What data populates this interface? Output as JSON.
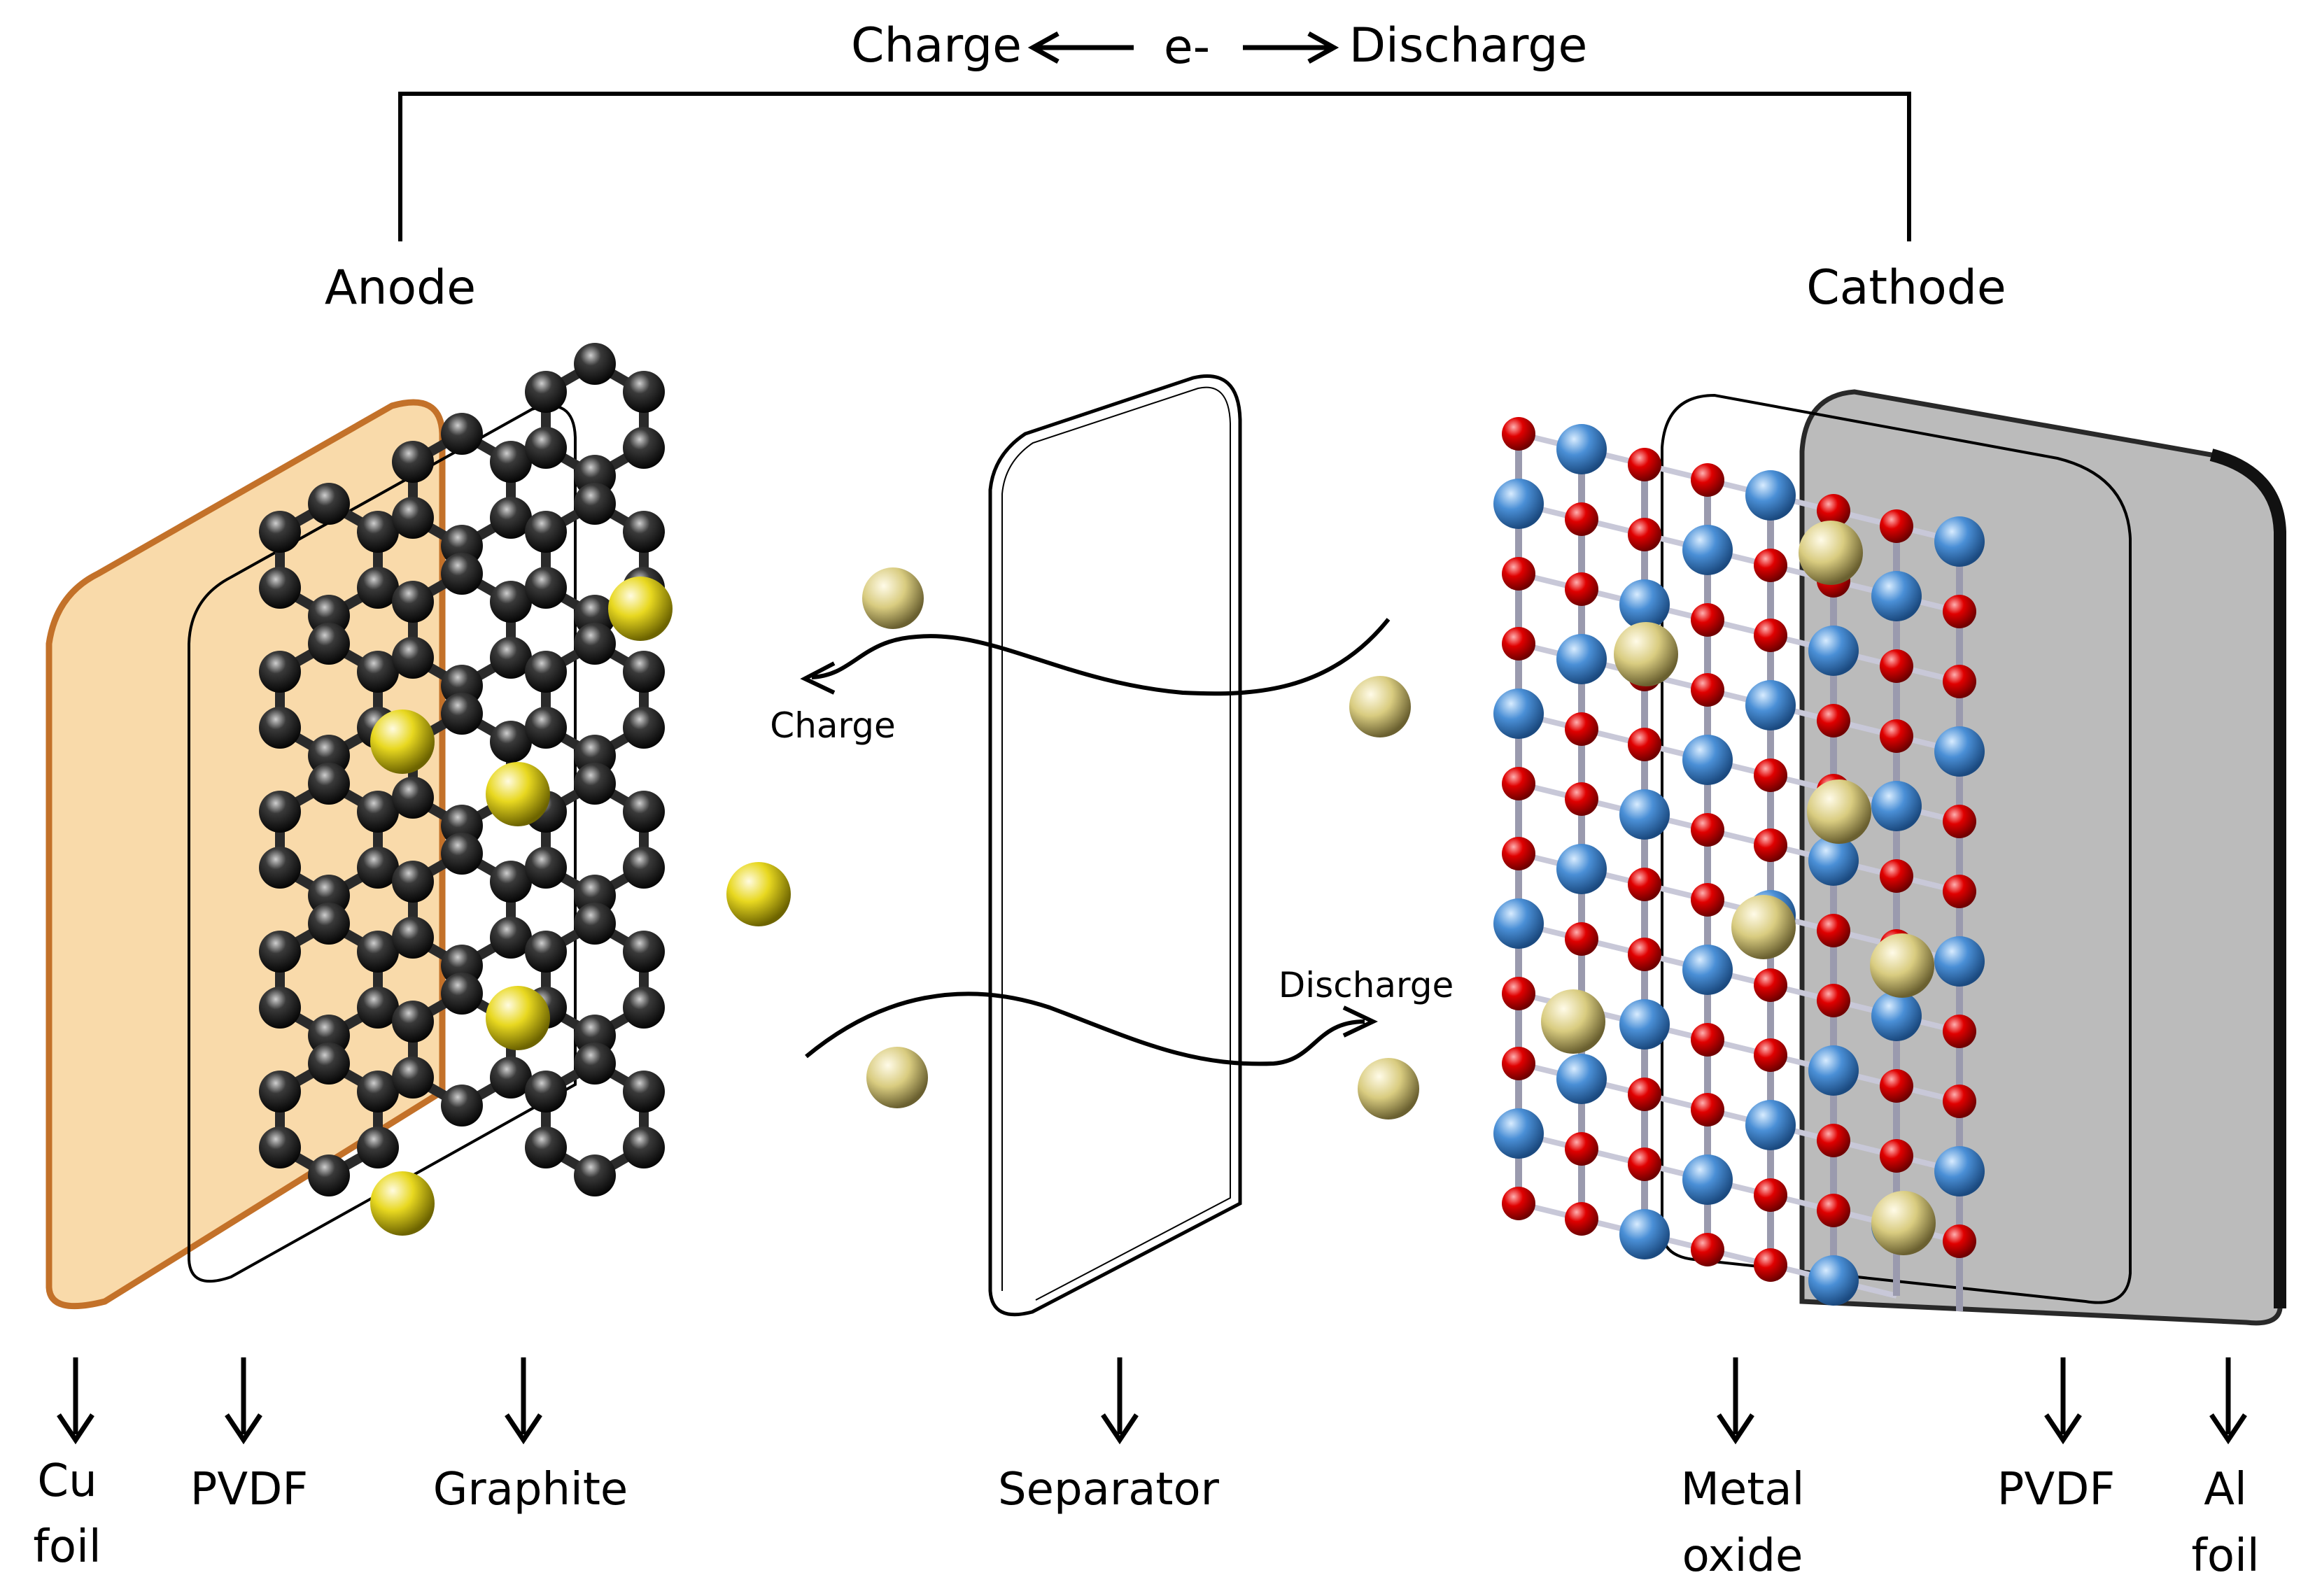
{
  "top": {
    "charge_label": "Charge",
    "electron_label": "e-",
    "discharge_label": "Discharge"
  },
  "electrodes": {
    "anode_label": "Anode",
    "cathode_label": "Cathode"
  },
  "flow": {
    "charge_label": "Charge",
    "discharge_label": "Discharge"
  },
  "components": {
    "cu_foil": [
      "Cu",
      "foil"
    ],
    "pvdf_left": "PVDF",
    "graphite": "Graphite",
    "separator": "Separator",
    "metal_oxide": [
      "Metal",
      "oxide"
    ],
    "pvdf_right": "PVDF",
    "al_foil": [
      "Al",
      "foil"
    ]
  },
  "colors": {
    "cu_foil_fill": "#f9d9a6",
    "cu_foil_edge": "#c06a1e",
    "graphite_atom": "#1a1a1a",
    "lithium_ion": "#e8d820",
    "oxygen_atom": "#d40000",
    "metal_atom": "#4a8fd6",
    "bond": "#c8c8d8",
    "al_foil_fill": "#b8b8b8",
    "al_foil_edge": "#1e1e1e"
  }
}
